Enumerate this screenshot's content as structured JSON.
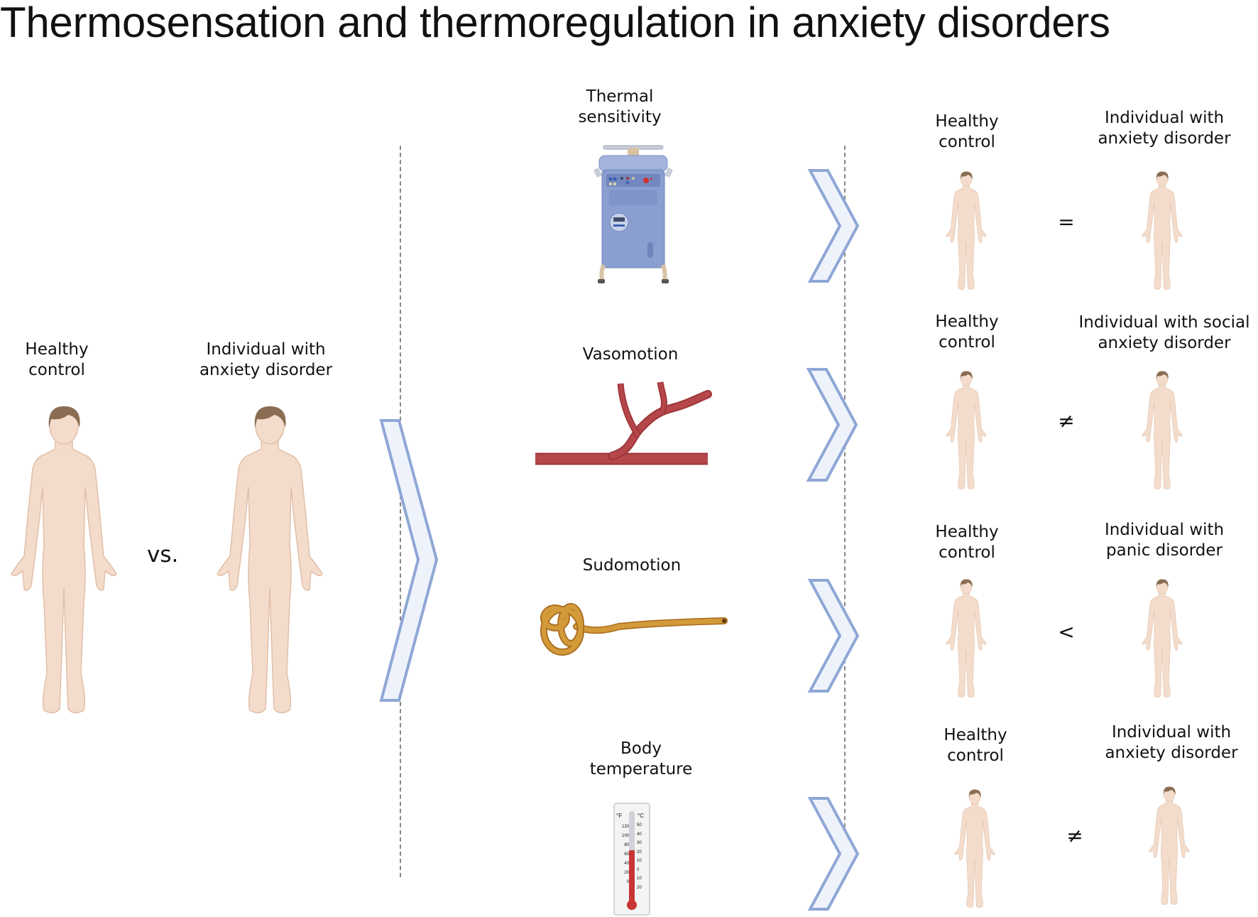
{
  "title": "Thermosensation and thermoregulation in anxiety disorders",
  "comparison": {
    "left_label": "Healthy\ncontrol",
    "right_label": "Individual with\nanxiety disorder",
    "vs_label": "vs."
  },
  "measures": [
    {
      "label": "Thermal\nsensitivity",
      "icon": "thermal-stimulator-device-icon"
    },
    {
      "label": "Vasomotion",
      "icon": "blood-vessel-icon"
    },
    {
      "label": "Sudomotion",
      "icon": "sweat-gland-icon"
    },
    {
      "label": "Body\ntemperature",
      "icon": "thermometer-icon"
    }
  ],
  "results": [
    {
      "control_label": "Healthy\ncontrol",
      "symbol": "=",
      "relation": "equal",
      "patient_label": "Individual with\nanxiety disorder"
    },
    {
      "control_label": "Healthy\ncontrol",
      "symbol": "≠",
      "relation": "not-equal",
      "patient_label": "Individual with social\nanxiety disorder"
    },
    {
      "control_label": "Healthy\ncontrol",
      "symbol": "<",
      "relation": "less-than",
      "patient_label": "Individual with\npanic disorder"
    },
    {
      "control_label": "Healthy\ncontrol",
      "symbol": "≠",
      "relation": "not-equal",
      "patient_label": "Individual with\nanxiety disorder"
    }
  ],
  "thermometer": {
    "fahrenheit_unit": "°F",
    "celsius_unit": "°C",
    "fahrenheit_ticks": [
      "120",
      "100",
      "80",
      "60",
      "40",
      "20",
      "0"
    ],
    "celsius_ticks": [
      "50",
      "40",
      "30",
      "20",
      "10",
      "0",
      "10",
      "20"
    ]
  },
  "colors": {
    "skin": "#f3dccb",
    "skin_outline": "#e2bfa8",
    "hair": "#8a6d52",
    "chevron_fill": "#eef3fb",
    "chevron_stroke": "#8fa7d6",
    "vessel": "#b5474b",
    "sweat_gland": "#d39a3a",
    "device": "#8a9fd0",
    "mercury": "#cc3333"
  }
}
